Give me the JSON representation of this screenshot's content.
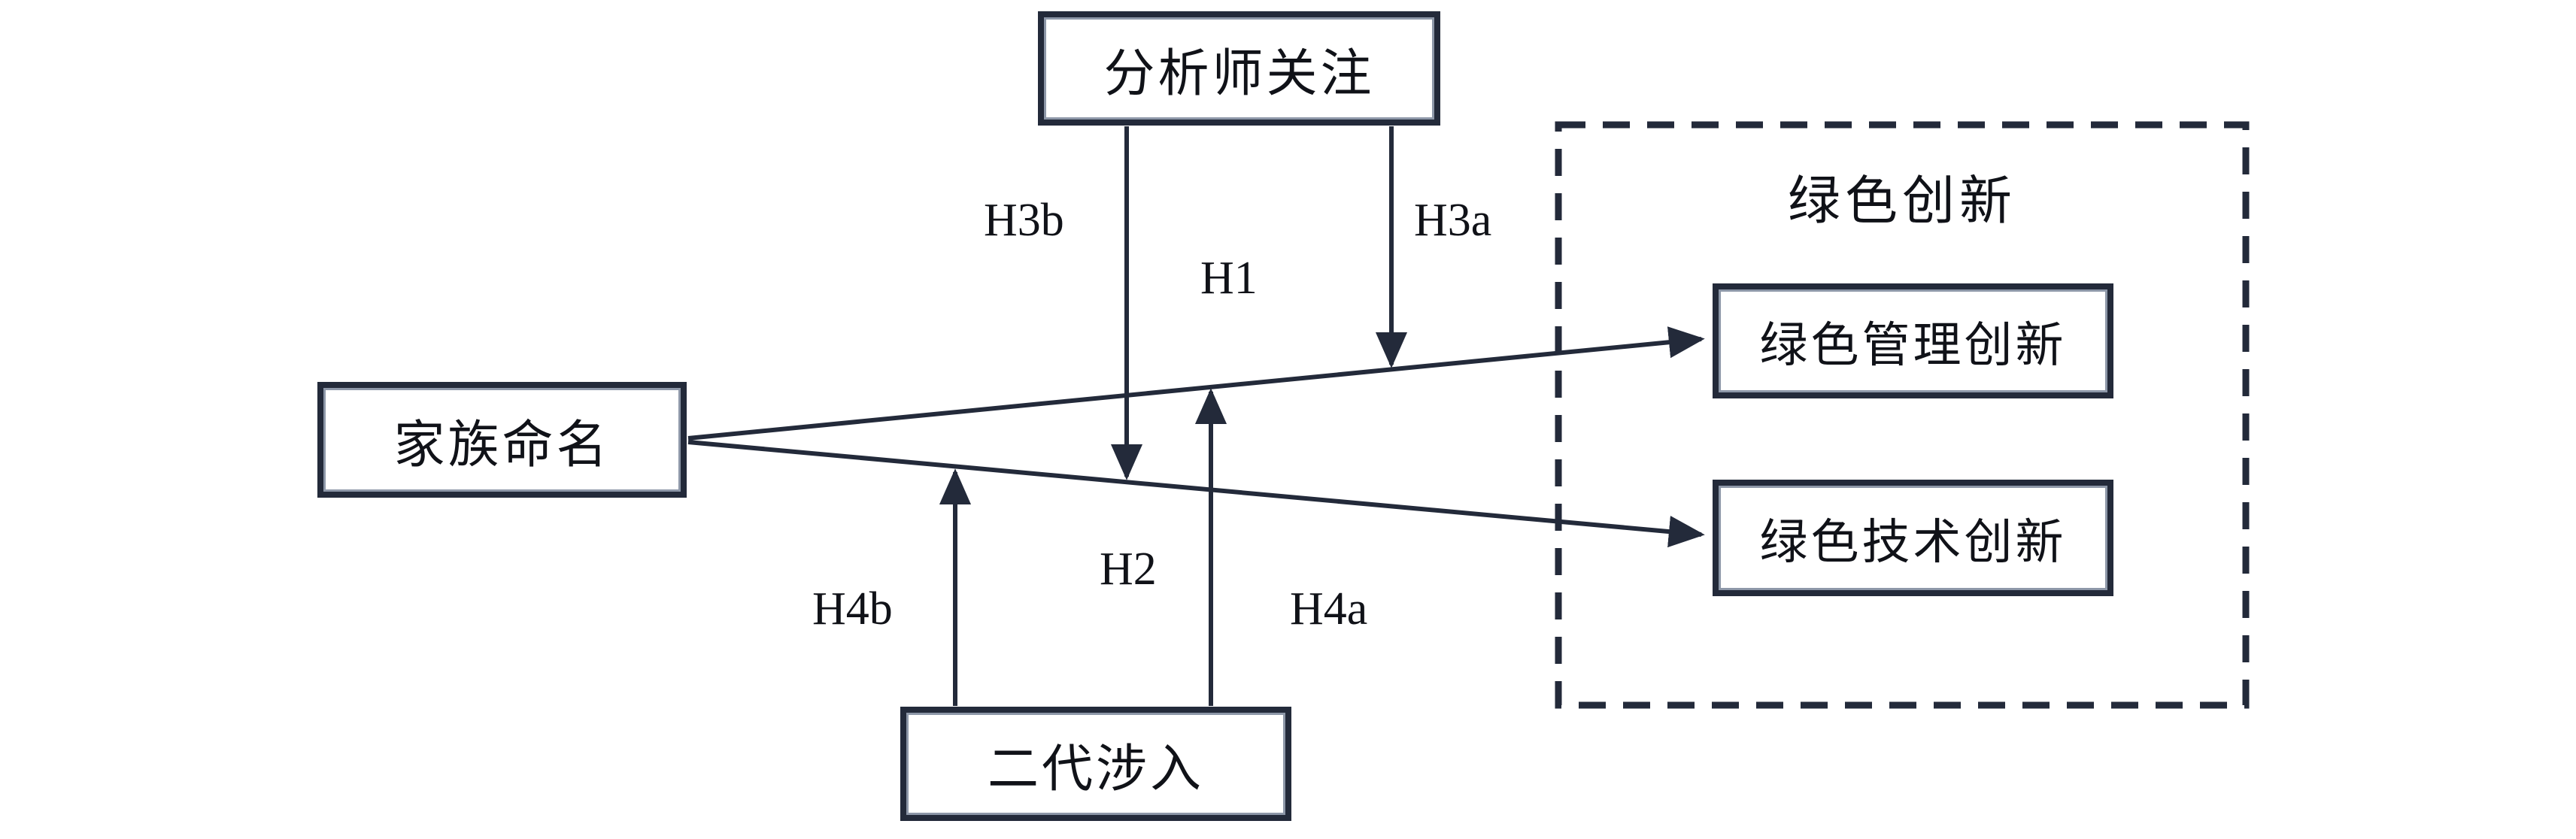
{
  "diagram": {
    "nodes": {
      "analyst_attention": "分析师关注",
      "family_naming": "家族命名",
      "second_gen_involvement": "二代涉入",
      "green_innovation_group": "绿色创新",
      "green_management_innovation": "绿色管理创新",
      "green_technology_innovation": "绿色技术创新"
    },
    "hypotheses": {
      "h1": "H1",
      "h2": "H2",
      "h3a": "H3a",
      "h3b": "H3b",
      "h4a": "H4a",
      "h4b": "H4b"
    },
    "edges": [
      {
        "from": "家族命名",
        "to": "绿色管理创新",
        "label": "H1"
      },
      {
        "from": "家族命名",
        "to": "绿色技术创新",
        "label": "H2"
      },
      {
        "from": "分析师关注",
        "moderates": "家族命名→绿色管理创新",
        "label": "H3a"
      },
      {
        "from": "分析师关注",
        "moderates": "家族命名→绿色技术创新",
        "label": "H3b"
      },
      {
        "from": "二代涉入",
        "moderates": "家族命名→绿色管理创新",
        "label": "H4a"
      },
      {
        "from": "二代涉入",
        "moderates": "家族命名→绿色技术创新",
        "label": "H4b"
      }
    ],
    "colors": {
      "line": "#232a3a",
      "text": "#101218",
      "background": "#ffffff"
    }
  }
}
